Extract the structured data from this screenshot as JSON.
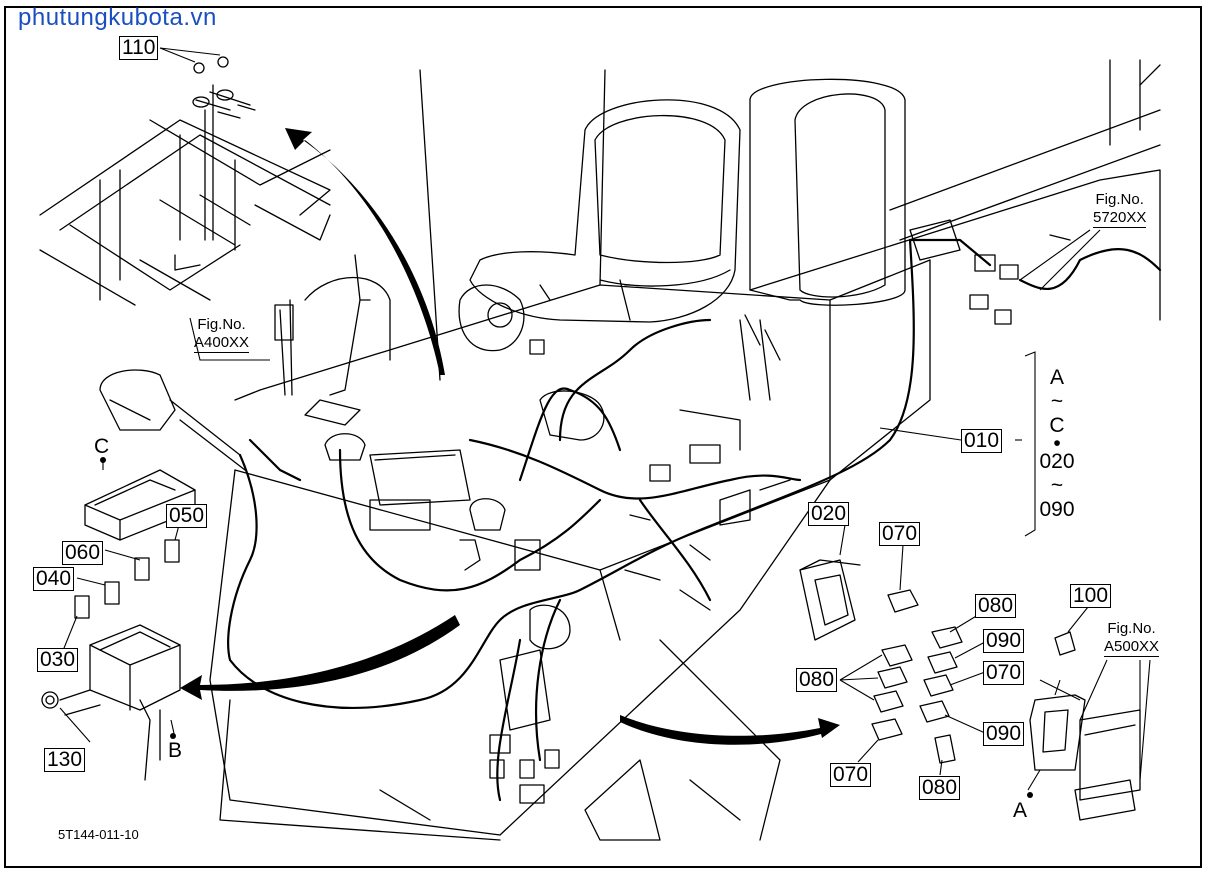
{
  "watermark": "phutungkubota.vn",
  "drawing_code": "5T144-011-10",
  "callouts": {
    "c110": "110",
    "c050": "050",
    "c060": "060",
    "c040": "040",
    "c030": "030",
    "c130": "130",
    "c010": "010",
    "c020": "020",
    "c070a": "070",
    "c080a": "080",
    "c090a": "090",
    "c080b": "080",
    "c070b": "070",
    "c090b": "090",
    "c070c": "070",
    "c080c": "080",
    "c100": "100"
  },
  "fig_refs": {
    "a400": {
      "line1": "Fig.No.",
      "line2": "A400XX"
    },
    "f5720": {
      "line1": "Fig.No.",
      "line2": "5720XX"
    },
    "a500": {
      "line1": "Fig.No.",
      "line2": "A500XX"
    }
  },
  "letters": {
    "C": "C",
    "B": "B",
    "A": "A"
  },
  "range": {
    "l1": "A",
    "l2": "~",
    "l3": "C",
    "l4": "•",
    "l5": "020",
    "l6": "~",
    "l7": "090"
  }
}
